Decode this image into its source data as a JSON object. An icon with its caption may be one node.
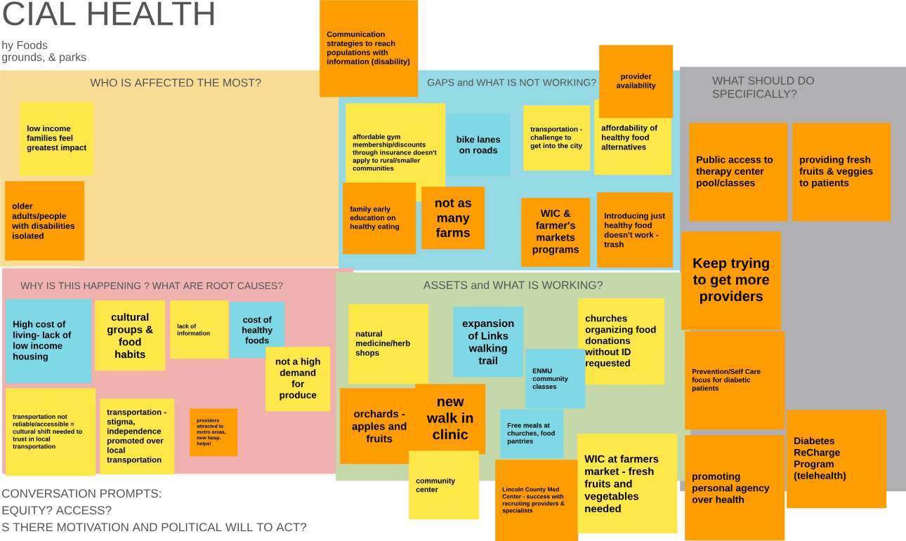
{
  "diagram": {
    "title": "CIAL HEALTH",
    "nodes": [
      {
        "text": [
          "WHO IS AFFECTED THE MOST?"
        ]
      },
      {
        "text": [
          "low income families feel greatest impact"
        ],
        "in": 0
      },
      {
        "text": [
          "older adults/people with disabilities isolated"
        ],
        "in": 0
      },
      {
        "text": [
          "Communication strategies to reach populations with information (disability)"
        ]
      },
      {
        "text": [
          "GAPS and WHAT IS NOT WORKING?"
        ]
      },
      {
        "text": [
          "affordable gym membership/discounts through insurance doesn't apply to rural/smaller communities"
        ],
        "in": 4
      },
      {
        "text": [
          "bike lanes on roads"
        ],
        "in": 4
      },
      {
        "text": [
          "transportation - challenge to get into the city"
        ],
        "in": 4
      },
      {
        "text": [
          "affordability of healthy food alternatives"
        ],
        "in": 4
      },
      {
        "text": [
          "family early education on healthy eating"
        ],
        "in": 4
      },
      {
        "text": [
          "not as many farms"
        ],
        "in": 4
      },
      {
        "text": [
          "WIC & farmer's markets programs"
        ],
        "in": 4
      },
      {
        "text": [
          "Introducing just healthy food doesn't work - trash"
        ],
        "in": 4
      },
      {
        "text": [
          "provider availability"
        ]
      },
      {
        "text": [
          "WHAT SHOULD DO SPECIFICALLY?"
        ]
      },
      {
        "text": [
          "Public access to therapy center pool/classes"
        ],
        "in": 14
      },
      {
        "text": [
          "providing fresh fruits & veggies to patients"
        ],
        "in": 14
      },
      {
        "text": [
          "Keep trying to get more providers"
        ],
        "in": 14
      },
      {
        "text": [
          "Prevention/Self Care focus for diabetic patients"
        ],
        "in": 14
      },
      {
        "text": [
          "promoting personal agency over health"
        ]
      },
      {
        "text": [
          "Diabetes ReCharge Program (telehealth)"
        ]
      },
      {
        "text": [
          "WHY IS THIS HAPPENING ? WHAT ARE ROOT CAUSES?"
        ]
      },
      {
        "text": [
          "High cost of living- lack of low income housing"
        ],
        "in": 21
      },
      {
        "text": [
          "cultural groups & food habits"
        ],
        "in": 21
      },
      {
        "text": [
          "lack of information"
        ],
        "in": 21
      },
      {
        "text": [
          "cost of healthy foods"
        ],
        "in": 21
      },
      {
        "text": [
          "not a high demand for produce"
        ],
        "in": 21
      },
      {
        "text": [
          "transportation not reliable/accessible = cultural shift needed to trust in local transportation"
        ],
        "in": 21
      },
      {
        "text": [
          "transportation - stigma, independence promoted over local transportation"
        ],
        "in": 21
      },
      {
        "text": [
          "providers attracted to metro areas, new hosp. helps!"
        ],
        "in": 21
      },
      {
        "text": [
          "ASSETS and WHAT IS WORKING?"
        ]
      },
      {
        "text": [
          "natural medicine/herb shops"
        ],
        "in": 30
      },
      {
        "text": [
          "expansion of Links walking trail"
        ],
        "in": 30
      },
      {
        "text": [
          "churches organizing food donations without ID requested"
        ],
        "in": 30
      },
      {
        "text": [
          "ENMU community classes"
        ],
        "in": 30
      },
      {
        "text": [
          "orchards - apples and fruits"
        ],
        "in": 30
      },
      {
        "text": [
          "new walk in clinic"
        ],
        "in": 30
      },
      {
        "text": [
          "Free meals at churches, food pantries"
        ],
        "in": 30
      },
      {
        "text": [
          "community center"
        ]
      },
      {
        "text": [
          "Lincoln County Med Center - success with recruiting providers & specialists"
        ]
      },
      {
        "text": [
          "WIC at farmers market - fresh fruits and vegetables needed"
        ]
      }
    ],
    "labels": [
      "hy Foods",
      "grounds, & parks",
      "CONVERSATION PROMPTS:",
      "EQUITY? ACCESS?",
      "S THERE MOTIVATION AND POLITICAL WILL TO ACT?"
    ]
  }
}
